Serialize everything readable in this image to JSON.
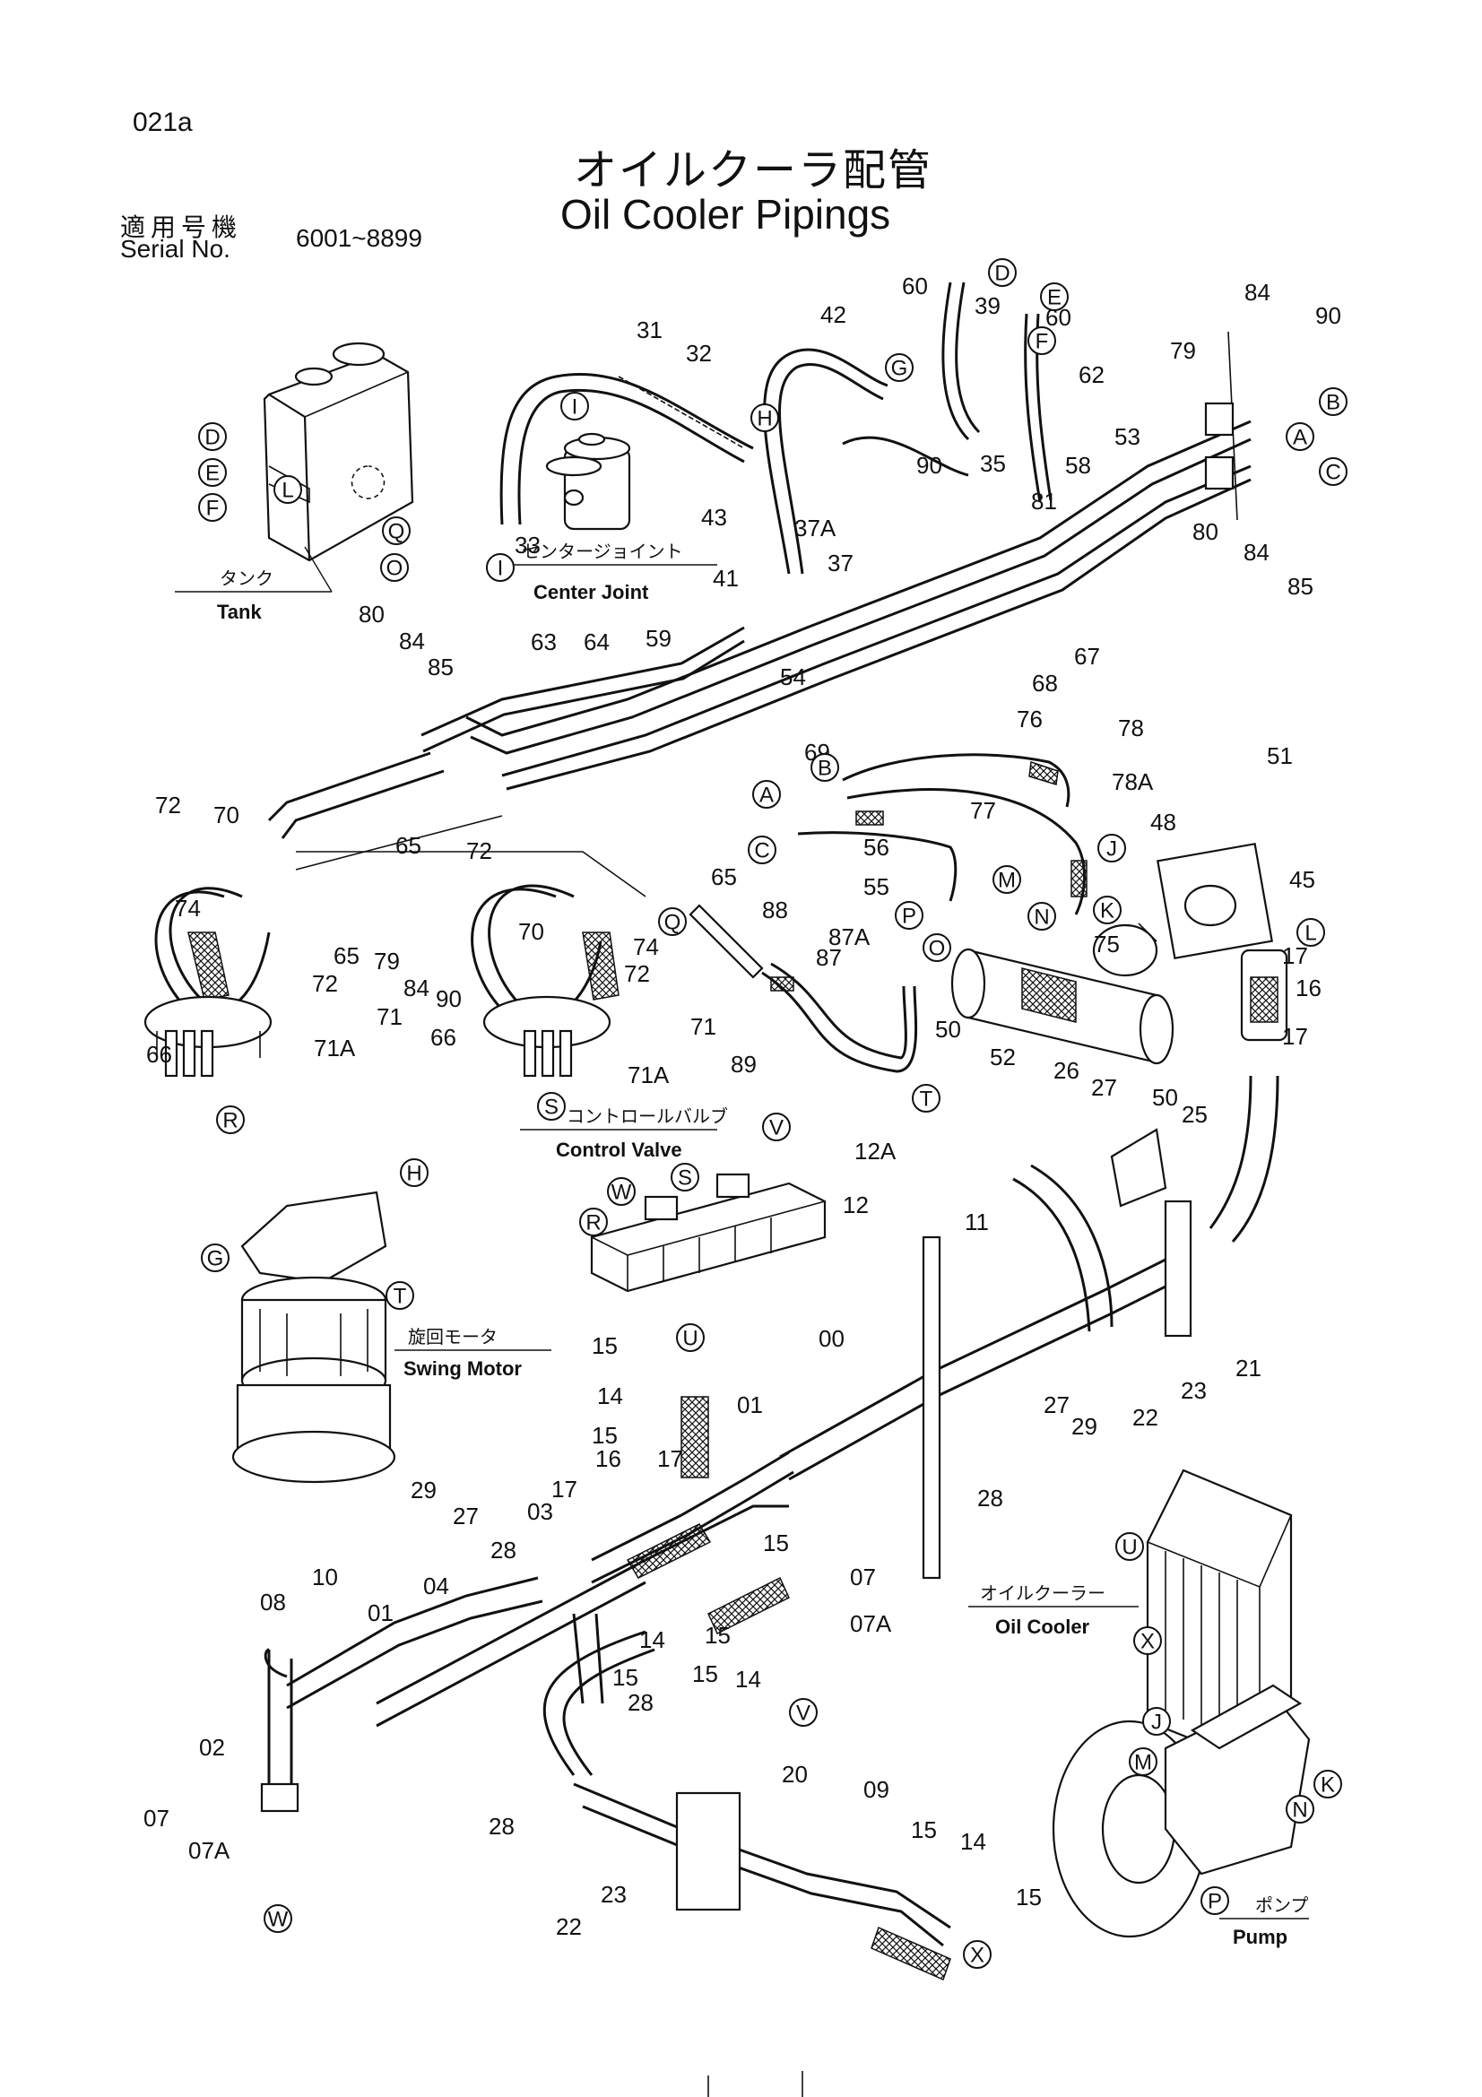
{
  "header": {
    "page_code": "021a",
    "title_jp": "オイルクーラ配管",
    "title_en": "Oil Cooler Pipings",
    "serial_label_jp": "適用号機",
    "serial_label_en": "Serial No.",
    "serial_range": "6001~8899"
  },
  "components": {
    "tank": {
      "jp": "タンク",
      "en": "Tank"
    },
    "center_joint": {
      "jp": "センタージョイント",
      "en": "Center Joint"
    },
    "control_valve": {
      "jp": "コントロールバルブ",
      "en": "Control  Valve"
    },
    "swing_motor": {
      "jp": "旋回モータ",
      "en": "Swing Motor"
    },
    "oil_cooler": {
      "jp": "オイルクーラー",
      "en": "Oil Cooler"
    },
    "pump": {
      "jp": "ポンプ",
      "en": "Pump"
    }
  },
  "part_numbers": [
    "00",
    "01",
    "02",
    "03",
    "04",
    "07",
    "07A",
    "08",
    "09",
    "10",
    "11",
    "12",
    "12A",
    "14",
    "15",
    "16",
    "17",
    "20",
    "21",
    "22",
    "23",
    "25",
    "26",
    "27",
    "28",
    "29",
    "31",
    "32",
    "33",
    "35",
    "37",
    "37A",
    "39",
    "41",
    "42",
    "43",
    "45",
    "48",
    "50",
    "51",
    "52",
    "53",
    "54",
    "55",
    "56",
    "58",
    "59",
    "60",
    "62",
    "63",
    "64",
    "65",
    "66",
    "67",
    "68",
    "69",
    "70",
    "71",
    "71A",
    "72",
    "74",
    "75",
    "76",
    "77",
    "78",
    "78A",
    "79",
    "80",
    "81",
    "84",
    "85",
    "87",
    "87A",
    "88",
    "89",
    "90"
  ],
  "connection_letters": [
    "A",
    "B",
    "C",
    "D",
    "E",
    "F",
    "G",
    "H",
    "I",
    "J",
    "K",
    "L",
    "M",
    "N",
    "O",
    "P",
    "Q",
    "R",
    "S",
    "T",
    "U",
    "V",
    "W",
    "X"
  ],
  "colors": {
    "line": "#111111",
    "background": "#ffffff"
  }
}
